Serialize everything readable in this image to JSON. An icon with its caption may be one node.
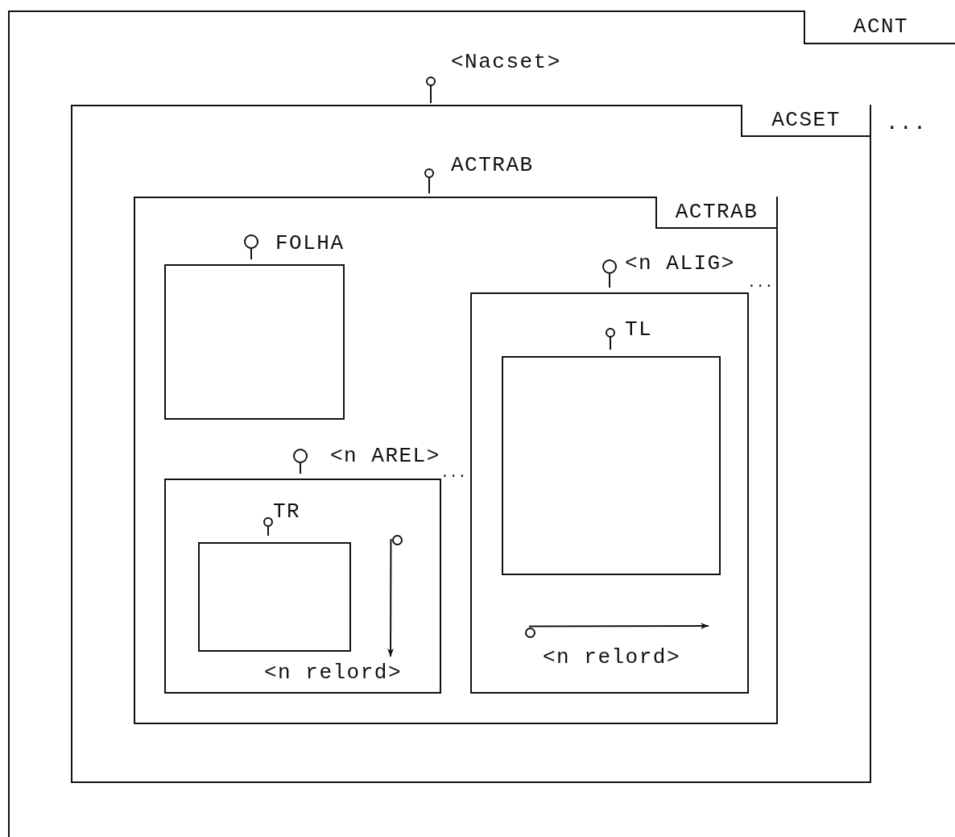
{
  "diagram": {
    "nodes": [
      {
        "text": [
          "ACNT"
        ]
      },
      {
        "text": [
          "<Nacset>",
          "ACSET"
        ],
        "in": 0
      },
      {
        "text": [
          "ACTRAB",
          "ACTRAB"
        ],
        "in": 1
      },
      {
        "text": [
          "FOLHA"
        ],
        "in": 2
      },
      {
        "text": [
          "<n AREL>"
        ],
        "in": 2
      },
      {
        "text": [
          "TR"
        ],
        "in": 4
      },
      {
        "text": [
          "<n ALIG>"
        ],
        "in": 2
      },
      {
        "text": [
          "TL"
        ],
        "in": 6
      },
      {
        "text": [],
        "shape": "circle",
        "in": 4
      },
      {
        "text": [],
        "shape": "circle",
        "in": 6
      }
    ],
    "edges": [
      {
        "from": 8,
        "to": null,
        "arrow": "to",
        "label": "<n relord>"
      },
      {
        "from": 9,
        "to": null,
        "arrow": "to",
        "label": "<n relord>"
      }
    ],
    "labels": [
      "...",
      "...",
      "..."
    ]
  }
}
